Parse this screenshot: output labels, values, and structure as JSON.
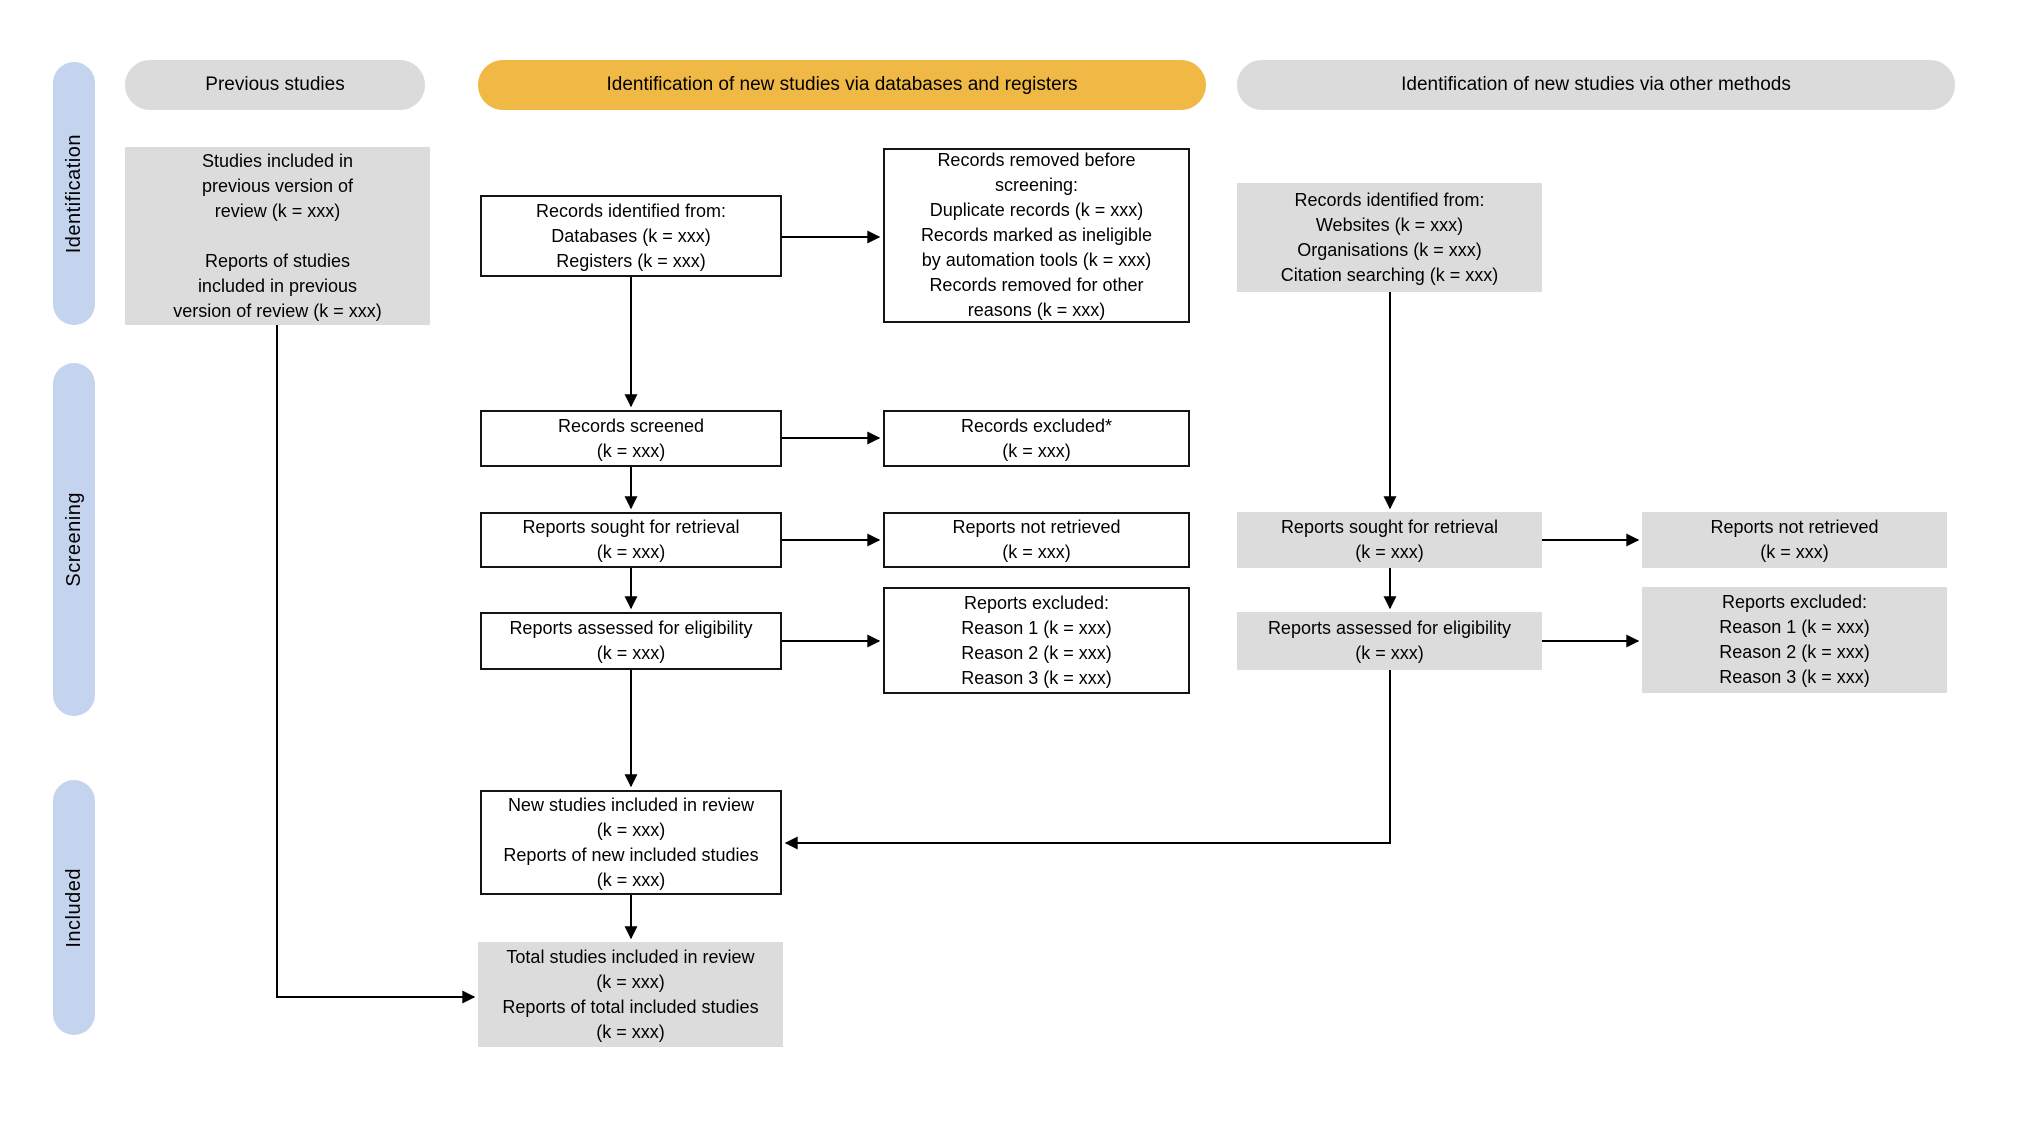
{
  "palette": {
    "header_yellow": "#f0b844",
    "header_gray": "#dbdbdb",
    "stage_blue": "#c4d4ee",
    "box_gray": "#dcdcdc",
    "box_border": "#141414",
    "arrow": "#000000"
  },
  "headers": {
    "previous": "Previous studies",
    "databases": "Identification of new studies via databases and registers",
    "other": "Identification of new studies via other methods"
  },
  "stages": {
    "identification": "Identification",
    "screening": "Screening",
    "included": "Included"
  },
  "boxes": {
    "previous_studies": "Studies included in\nprevious version of\nreview (k = xxx)\n\nReports of studies\nincluded in previous\nversion of review (k = xxx)",
    "records_identified_db": "Records identified from:\nDatabases (k = xxx)\nRegisters (k = xxx)",
    "records_removed": "Records removed before\nscreening:\nDuplicate records (k = xxx)\nRecords marked as ineligible\nby automation tools (k = xxx)\nRecords removed for other\nreasons (k = xxx)",
    "records_screened": "Records screened\n(k = xxx)",
    "records_excluded": "Records excluded*\n(k = xxx)",
    "reports_sought_db": "Reports sought for retrieval\n(k = xxx)",
    "reports_not_retrieved_db": "Reports not retrieved\n(k = xxx)",
    "reports_assessed_db": "Reports assessed for eligibility\n(k = xxx)",
    "reports_excluded_db": "Reports excluded:\nReason 1 (k = xxx)\nReason 2 (k = xxx)\nReason 3 (k = xxx)",
    "new_studies": "New studies included in review\n(k = xxx)\nReports of new included studies\n(k = xxx)",
    "total_studies": "Total studies included in review\n(k = xxx)\nReports of total included studies\n(k = xxx)",
    "records_identified_other": "Records identified from:\nWebsites (k = xxx)\nOrganisations (k = xxx)\nCitation searching (k = xxx)",
    "reports_sought_other": "Reports sought for retrieval\n(k = xxx)",
    "reports_not_retrieved_other": "Reports not retrieved\n(k = xxx)",
    "reports_assessed_other": "Reports assessed for eligibility\n(k = xxx)",
    "reports_excluded_other": "Reports excluded:\nReason 1 (k = xxx)\nReason 2 (k = xxx)\nReason 3 (k = xxx)"
  }
}
